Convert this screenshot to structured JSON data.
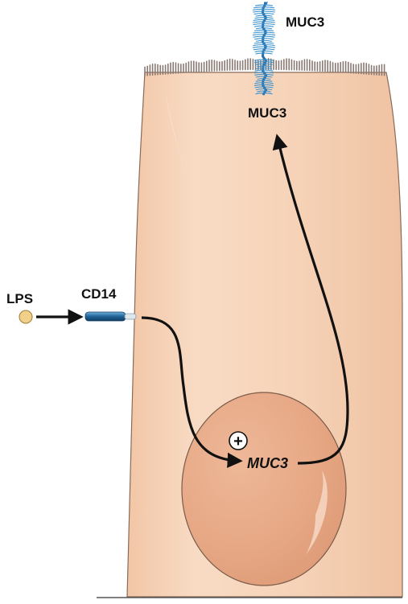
{
  "labels": {
    "muc3_top": "MUC3",
    "muc3_membrane": "MUC3",
    "lps": "LPS",
    "cd14": "CD14",
    "muc3_gene": "MUC3",
    "plus": "+"
  },
  "colors": {
    "cell_fill": "#f6d2b6",
    "cell_outline": "#8a6a58",
    "nucleus_fill": "#eab08e",
    "nucleus_outline": "#7a5a48",
    "microvilli": "#8a7a72",
    "mucin_blue": "#3c93d0",
    "cd14_blue": "#1d5f8f",
    "lps_fill": "#f3d08a",
    "arrow": "#111111"
  }
}
